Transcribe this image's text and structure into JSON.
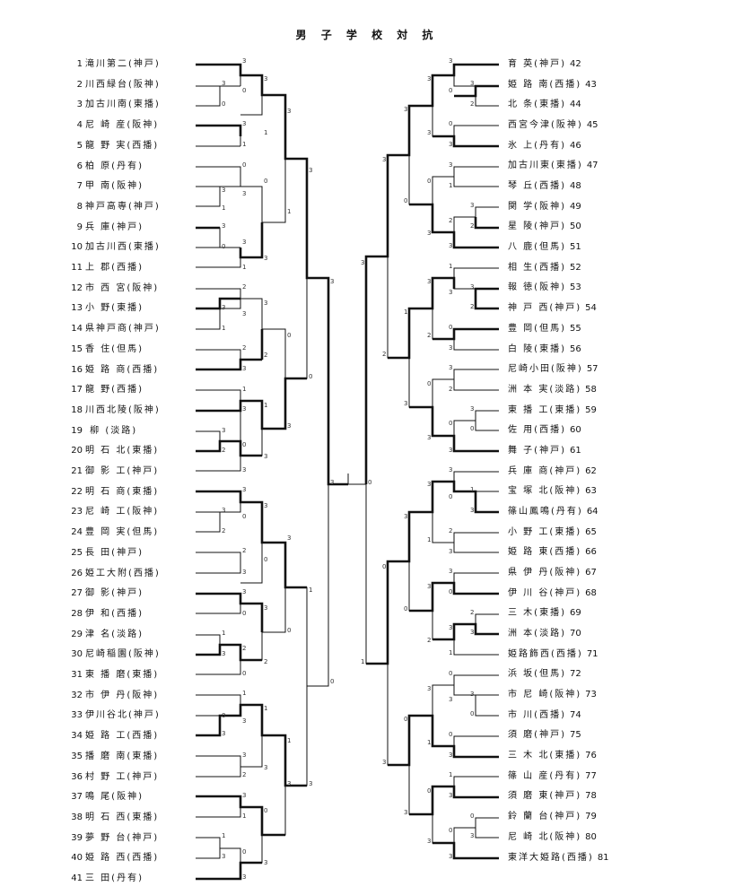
{
  "title": "男 子 学 校 対 抗",
  "left_teams": [
    {
      "num": "1",
      "name": "滝川第二(神戸)"
    },
    {
      "num": "2",
      "name": "川西緑台(阪神)"
    },
    {
      "num": "3",
      "name": "加古川南(東播)"
    },
    {
      "num": "4",
      "name": "尼 崎 産(阪神)"
    },
    {
      "num": "5",
      "name": "龍 野 実(西播)"
    },
    {
      "num": "6",
      "name": "柏   原(丹有)"
    },
    {
      "num": "7",
      "name": "甲   南(阪神)"
    },
    {
      "num": "8",
      "name": "神戸高専(神戸)"
    },
    {
      "num": "9",
      "name": "兵   庫(神戸)"
    },
    {
      "num": "10",
      "name": "加古川西(東播)"
    },
    {
      "num": "11",
      "name": "上   郡(西播)"
    },
    {
      "num": "12",
      "name": "市 西 宮(阪神)"
    },
    {
      "num": "13",
      "name": "小   野(東播)"
    },
    {
      "num": "14",
      "name": "県神戸商(神戸)"
    },
    {
      "num": "15",
      "name": "香   住(但馬)"
    },
    {
      "num": "16",
      "name": "姫 路 商(西播)"
    },
    {
      "num": "17",
      "name": "龍   野(西播)"
    },
    {
      "num": "18",
      "name": "川西北陵(阪神)"
    },
    {
      "num": "19",
      "name": "  柳  (淡路)"
    },
    {
      "num": "20",
      "name": "明 石 北(東播)"
    },
    {
      "num": "21",
      "name": "御 影 工(神戸)"
    },
    {
      "num": "22",
      "name": "明 石 商(東播)"
    },
    {
      "num": "23",
      "name": "尼 崎 工(阪神)"
    },
    {
      "num": "24",
      "name": "豊 岡 実(但馬)"
    },
    {
      "num": "25",
      "name": "長   田(神戸)"
    },
    {
      "num": "26",
      "name": "姫工大附(西播)"
    },
    {
      "num": "27",
      "name": "御   影(神戸)"
    },
    {
      "num": "28",
      "name": "伊   和(西播)"
    },
    {
      "num": "29",
      "name": "津   名(淡路)"
    },
    {
      "num": "30",
      "name": "尼崎稲園(阪神)"
    },
    {
      "num": "31",
      "name": "東 播 磨(東播)"
    },
    {
      "num": "32",
      "name": "市 伊 丹(阪神)"
    },
    {
      "num": "33",
      "name": "伊川谷北(神戸)"
    },
    {
      "num": "34",
      "name": "姫 路 工(西播)"
    },
    {
      "num": "35",
      "name": "播 磨 南(東播)"
    },
    {
      "num": "36",
      "name": "村 野 工(神戸)"
    },
    {
      "num": "37",
      "name": "鳴   尾(阪神)"
    },
    {
      "num": "38",
      "name": "明 石 西(東播)"
    },
    {
      "num": "39",
      "name": "夢 野 台(神戸)"
    },
    {
      "num": "40",
      "name": "姫 路 西(西播)"
    },
    {
      "num": "41",
      "name": "三   田(丹有)"
    }
  ],
  "right_teams": [
    {
      "num": "42",
      "name": "育   英(神戸)"
    },
    {
      "num": "43",
      "name": "姫 路 南(西播)"
    },
    {
      "num": "44",
      "name": "北   条(東播)"
    },
    {
      "num": "45",
      "name": "西宮今津(阪神)"
    },
    {
      "num": "46",
      "name": "氷   上(丹有)"
    },
    {
      "num": "47",
      "name": "加古川東(東播)"
    },
    {
      "num": "48",
      "name": "琴   丘(西播)"
    },
    {
      "num": "49",
      "name": "関   学(阪神)"
    },
    {
      "num": "50",
      "name": "星   陵(神戸)"
    },
    {
      "num": "51",
      "name": "八   鹿(但馬)"
    },
    {
      "num": "52",
      "name": "相   生(西播)"
    },
    {
      "num": "53",
      "name": "報   徳(阪神)"
    },
    {
      "num": "54",
      "name": "神 戸 西(神戸)"
    },
    {
      "num": "55",
      "name": "豊   岡(但馬)"
    },
    {
      "num": "56",
      "name": "白   陵(東播)"
    },
    {
      "num": "57",
      "name": "尼崎小田(阪神)"
    },
    {
      "num": "58",
      "name": "洲 本 実(淡路)"
    },
    {
      "num": "59",
      "name": "東 播 工(東播)"
    },
    {
      "num": "60",
      "name": "佐   用(西播)"
    },
    {
      "num": "61",
      "name": "舞   子(神戸)"
    },
    {
      "num": "62",
      "name": "兵 庫 商(神戸)"
    },
    {
      "num": "63",
      "name": "宝 塚 北(阪神)"
    },
    {
      "num": "64",
      "name": "篠山鳳鳴(丹有)"
    },
    {
      "num": "65",
      "name": "小 野 工(東播)"
    },
    {
      "num": "66",
      "name": "姫 路 東(西播)"
    },
    {
      "num": "67",
      "name": "県 伊 丹(阪神)"
    },
    {
      "num": "68",
      "name": "伊 川 谷(神戸)"
    },
    {
      "num": "69",
      "name": "三   木(東播)"
    },
    {
      "num": "70",
      "name": "洲   本(淡路)"
    },
    {
      "num": "71",
      "name": "姫路飾西(西播)"
    },
    {
      "num": "72",
      "name": "浜   坂(但馬)"
    },
    {
      "num": "73",
      "name": "市 尼 崎(阪神)"
    },
    {
      "num": "74",
      "name": "市   川(西播)"
    },
    {
      "num": "75",
      "name": "須   磨(神戸)"
    },
    {
      "num": "76",
      "name": "三 木 北(東播)"
    },
    {
      "num": "77",
      "name": "篠 山 産(丹有)"
    },
    {
      "num": "78",
      "name": "須 磨 東(神戸)"
    },
    {
      "num": "79",
      "name": "鈴 蘭 台(神戸)"
    },
    {
      "num": "80",
      "name": "尼 崎 北(阪神)"
    },
    {
      "num": "81",
      "name": "東洋大姫路(西播)"
    }
  ]
}
